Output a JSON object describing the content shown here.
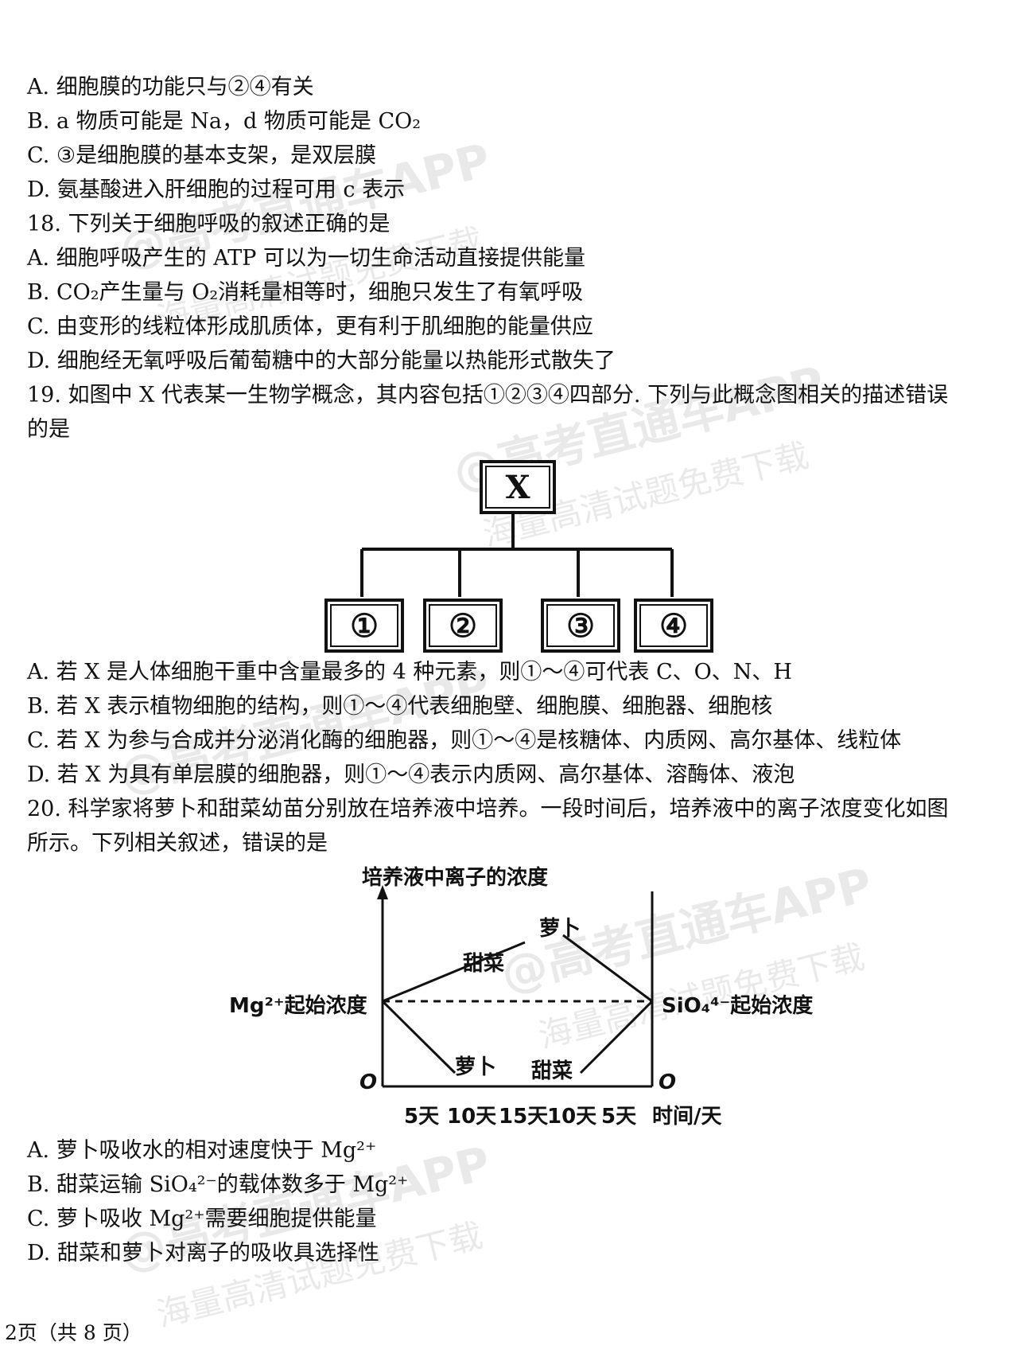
{
  "q17_options": [
    "A.  细胞膜的功能只与②④有关",
    "B.  a 物质可能是 Na，d 物质可能是 CO₂",
    "C.  ③是细胞膜的基本支架，是双层膜",
    "D.  氨基酸进入肝细胞的过程可用 c 表示"
  ],
  "q18": {
    "stem": "18.  下列关于细胞呼吸的叙述正确的是",
    "options": [
      "A.  细胞呼吸产生的 ATP 可以为一切生命活动直接提供能量",
      "B.  CO₂产生量与 O₂消耗量相等时，细胞只发生了有氧呼吸",
      "C.  由变形的线粒体形成肌质体，更有利于肌细胞的能量供应",
      "D.  细胞经无氧呼吸后葡萄糖中的大部分能量以热能形式散失了"
    ]
  },
  "q19": {
    "stem_line1": "19.  如图中 X 代表某一生物学概念，其内容包括①②③④四部分. 下列与此概念图相关的描述错误",
    "stem_line2": "的是",
    "diagram": {
      "root": "X",
      "children": [
        "①",
        "②",
        "③",
        "④"
      ]
    },
    "options": [
      "A.  若 X 是人体细胞干重中含量最多的 4 种元素，则①～④可代表 C、O、N、H",
      "B.  若 X 表示植物细胞的结构，则①～④代表细胞壁、细胞膜、细胞器、细胞核",
      "C.  若 X 为参与合成并分泌消化酶的细胞器，则①～④是核糖体、内质网、高尔基体、线粒体",
      "D.  若 X 为具有单层膜的细胞器，则①～④表示内质网、高尔基体、溶酶体、液泡"
    ]
  },
  "q20": {
    "stem_line1": "20.  科学家将萝卜和甜菜幼苗分别放在培养液中培养。一段时间后，培养液中的离子浓度变化如图",
    "stem_line2": "所示。下列相关叙述，错误的是",
    "options": [
      "A.  萝卜吸收水的相对速度快于 Mg²⁺",
      "B.  甜菜运输 SiO₄²⁻的载体数多于 Mg²⁺",
      "C.  萝卜吸收 Mg²⁺需要细胞提供能量",
      "D.  甜菜和萝卜对离子的吸收具选择性"
    ]
  },
  "chart_data": {
    "type": "line",
    "title": "培养液中离子的浓度",
    "ylabel": "培养液中离子的浓度",
    "xlabel": "时间/天",
    "x_ticks": [
      "5天",
      "10天",
      "15天",
      "10天",
      "5天"
    ],
    "origin_labels": [
      "O",
      "O"
    ],
    "reference_labels": {
      "left": "Mg²⁺起始浓度",
      "right": "SiO₄⁴⁻起始浓度"
    },
    "series": [
      {
        "name": "甜菜",
        "panel": "Mg²⁺",
        "trend": "above initial concentration (increases)"
      },
      {
        "name": "萝卜",
        "panel": "Mg²⁺",
        "trend": "below initial concentration (decreases)"
      },
      {
        "name": "萝卜",
        "panel": "SiO₄⁴⁻",
        "trend": "above initial concentration (increases)"
      },
      {
        "name": "甜菜",
        "panel": "SiO₄⁴⁻",
        "trend": "below initial concentration (decreases)"
      }
    ],
    "series_labels": [
      "甜菜",
      "萝卜",
      "萝卜",
      "甜菜"
    ]
  },
  "watermark": {
    "main": "@高考直通车APP",
    "sub": "海量高清试题免费下载"
  },
  "footer": "2页（共 8 页）"
}
